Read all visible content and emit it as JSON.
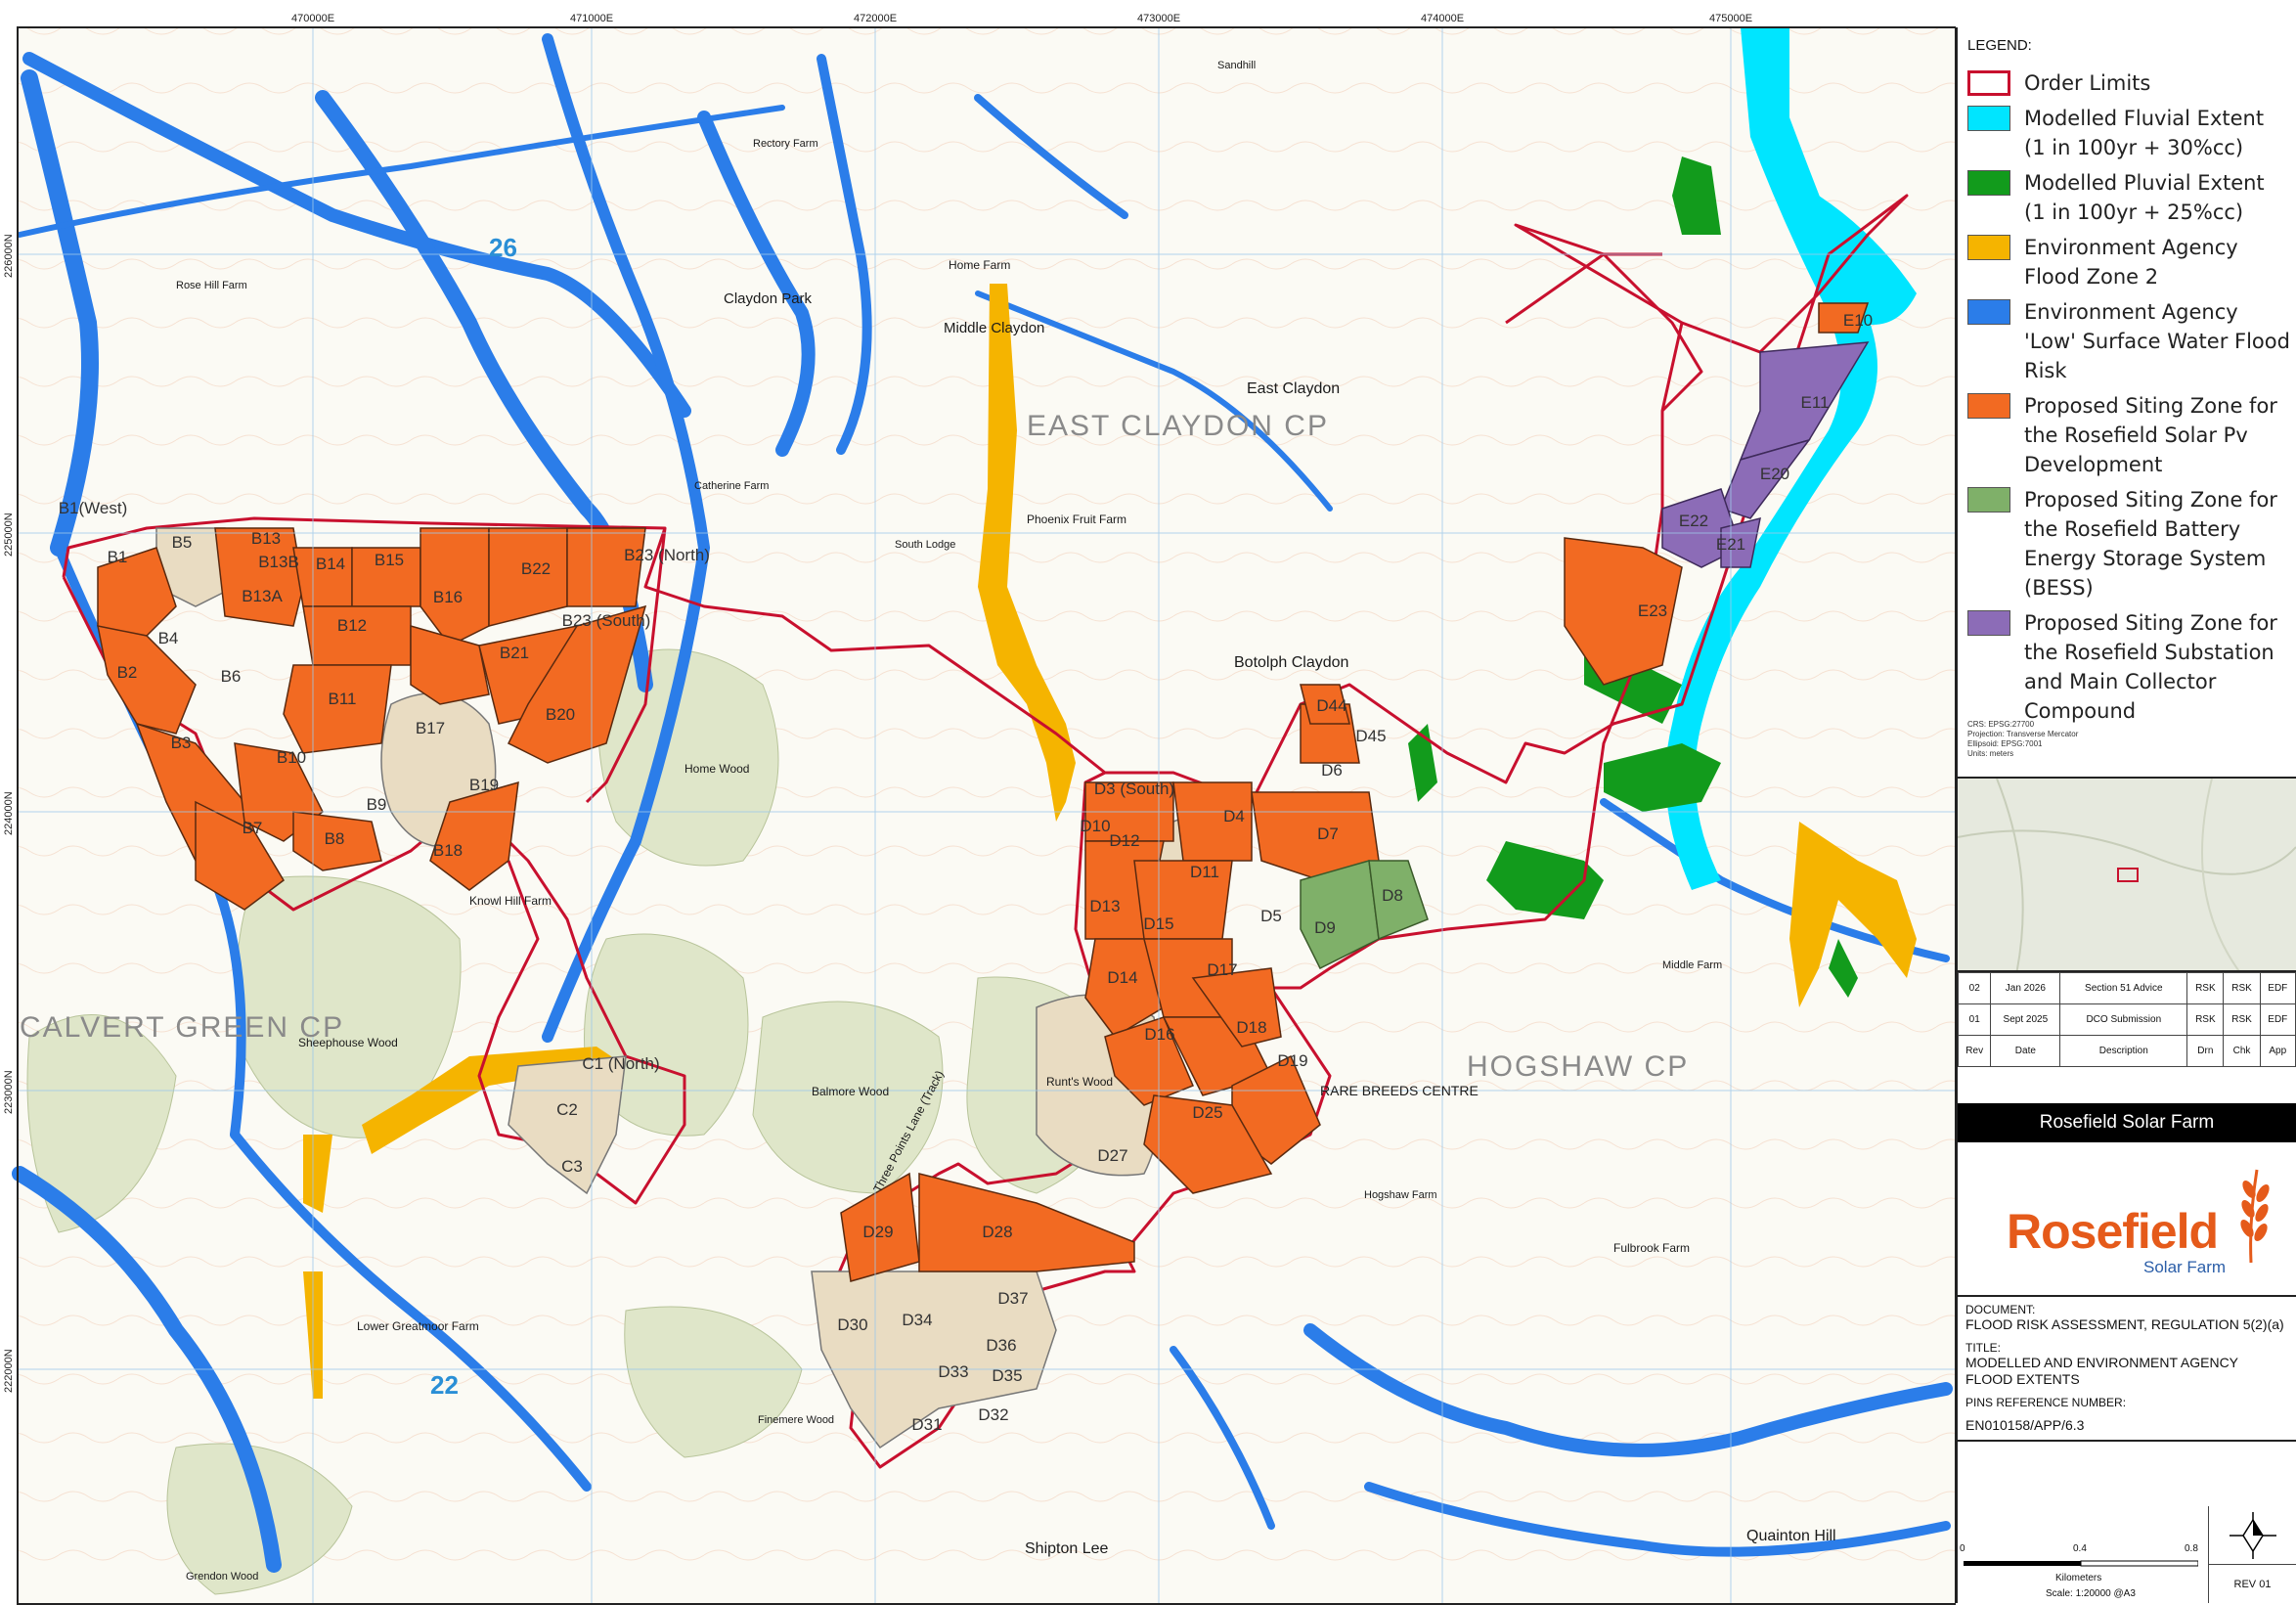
{
  "map": {
    "grid_eastings": [
      "470000E",
      "471000E",
      "472000E",
      "473000E",
      "474000E",
      "475000E"
    ],
    "grid_northings": [
      "226000N",
      "225000N",
      "224000N",
      "223000N",
      "222000N"
    ],
    "place_names": [
      "Claydon Park",
      "Middle Claydon",
      "East Claydon",
      "EAST CLAYDON CP",
      "Botolph Claydon",
      "HOGSHAW CP",
      "CALVERT GREEN CP",
      "Home Wood",
      "Home Farm",
      "Phoenix Fruit Farm",
      "Runt's Wood",
      "Balmore Wood",
      "Sheephouse Wood",
      "Grendon Wood",
      "Shipton Lee",
      "Quainton Hill",
      "Knowl Hill Farm",
      "Rose Hill Farm",
      "Catherine Farm",
      "Rectory Farm",
      "South Lodge",
      "Middle Farm",
      "Fulbrook Farm",
      "Lower Greatmoor Farm",
      "Finemere Wood",
      "Three Points Lane (Track)",
      "RARE BREEDS CENTRE",
      "Sandhill",
      "Hogshaw Farm"
    ],
    "grid_square_numbers": [
      "26",
      "22"
    ],
    "zone_labels": [
      "B1(West)",
      "B1",
      "B2",
      "B3",
      "B4",
      "B5",
      "B6",
      "B7",
      "B8",
      "B9",
      "B10",
      "B11",
      "B12",
      "B13",
      "B13B",
      "B13A",
      "B14",
      "B15",
      "B16",
      "B17",
      "B18",
      "B19",
      "B20",
      "B21",
      "B22",
      "B23 (North)",
      "B23 (South)",
      "C1 (North)",
      "C2",
      "C3",
      "D3 (South)",
      "D4",
      "D5",
      "D6",
      "D7",
      "D8",
      "D9",
      "D10",
      "D11",
      "D12",
      "D13",
      "D14",
      "D15",
      "D16",
      "D17",
      "D18",
      "D19",
      "D25",
      "D27",
      "D28",
      "D29",
      "D30",
      "D31",
      "D32",
      "D33",
      "D34",
      "D35",
      "D36",
      "D37",
      "D44",
      "D45",
      "E10",
      "E11",
      "E20",
      "E21",
      "E22",
      "E23"
    ]
  },
  "legend": {
    "title": "LEGEND:",
    "items": [
      {
        "label": "Order Limits",
        "color": "#ffffff",
        "border": "#c8102e"
      },
      {
        "label": "Modelled Fluvial Extent (1 in 100yr + 30%cc)",
        "color": "#00e5ff"
      },
      {
        "label": "Modelled Pluvial Extent (1 in 100yr + 25%cc)",
        "color": "#129b1c"
      },
      {
        "label": "Environment Agency Flood Zone 2",
        "color": "#f5b400"
      },
      {
        "label": "Environment Agency 'Low' Surface Water Flood Risk",
        "color": "#2b7de9"
      },
      {
        "label": "Proposed Siting Zone for the Rosefield Solar Pv Development",
        "color": "#f26a22"
      },
      {
        "label": "Proposed Siting Zone for the Rosefield Battery Energy Storage System (BESS)",
        "color": "#7fb069"
      },
      {
        "label": "Proposed Siting Zone for the Rosefield Substation and Main Collector Compound",
        "color": "#8c6cb7"
      }
    ],
    "crs_lines": [
      "CRS: EPSG:27700",
      "Projection: Transverse Mercator",
      "Ellipsoid: EPSG:7001",
      "Units: meters"
    ]
  },
  "revisions": {
    "rows": [
      [
        "02",
        "Jan 2026",
        "Section 51 Advice",
        "RSK",
        "RSK",
        "EDF"
      ],
      [
        "01",
        "Sept 2025",
        "DCO Submission",
        "RSK",
        "RSK",
        "EDF"
      ],
      [
        "Rev",
        "Date",
        "Description",
        "Drn",
        "Chk",
        "App"
      ]
    ]
  },
  "project": {
    "name": "Rosefield Solar Farm",
    "logo_text": "Rosefield",
    "logo_sub": "Solar Farm"
  },
  "document": {
    "doc_head": "DOCUMENT:",
    "doc_value": "FLOOD RISK ASSESSMENT, REGULATION 5(2)(a)",
    "title_head": "TITLE:",
    "title_value": "MODELLED AND ENVIRONMENT AGENCY FLOOD EXTENTS",
    "pins_head": "PINS REFERENCE NUMBER:",
    "pins_value": "EN010158/APP/6.3"
  },
  "scale": {
    "ticks": [
      "0",
      "0.4",
      "0.8"
    ],
    "unit": "Kilometers",
    "text": "Scale: 1:20000 @A3",
    "rev": "REV 01"
  },
  "colors": {
    "order_limits": "#c8102e",
    "fluvial": "#00e5ff",
    "pluvial": "#129b1c",
    "flood_zone_2": "#f5b400",
    "surface_water": "#2b7de9",
    "solar": "#f26a22",
    "bess": "#7fb069",
    "substation": "#8c6cb7",
    "woodland": "#dfe6c9",
    "unused_zone": "#e9dcc2"
  }
}
